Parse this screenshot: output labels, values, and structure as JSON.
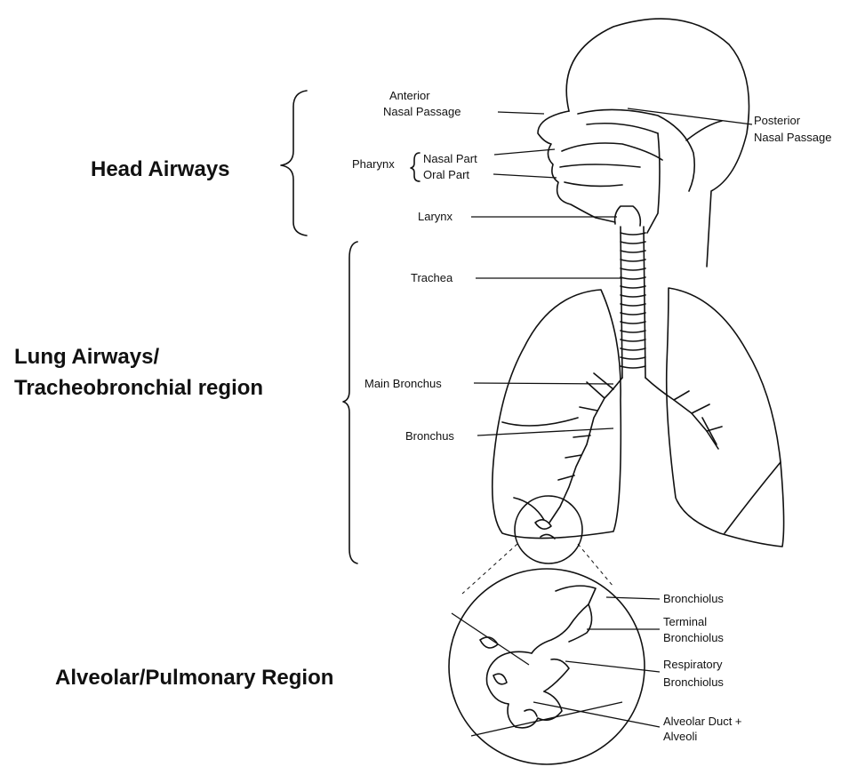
{
  "regions": {
    "head": "Head Airways",
    "lung_line1": "Lung Airways/",
    "lung_line2": "Tracheobronchial region",
    "alveolar": "Alveolar/Pulmonary Region"
  },
  "labels": {
    "anterior_1": "Anterior",
    "anterior_2": "Nasal Passage",
    "posterior_1": "Posterior",
    "posterior_2": "Nasal Passage",
    "pharynx": "Pharynx",
    "nasal_part": "Nasal Part",
    "oral_part": "Oral Part",
    "larynx": "Larynx",
    "trachea": "Trachea",
    "main_bronchus": "Main Bronchus",
    "bronchus": "Bronchus",
    "bronchiolus": "Bronchiolus",
    "terminal_1": "Terminal",
    "terminal_2": "Bronchiolus",
    "respiratory_1": "Respiratory",
    "respiratory_2": "Bronchiolus",
    "alveolar_duct_1": "Alveolar Duct +",
    "alveolar_duct_2": "Alveoli"
  },
  "colors": {
    "ink": "#111111",
    "background": "#ffffff"
  }
}
